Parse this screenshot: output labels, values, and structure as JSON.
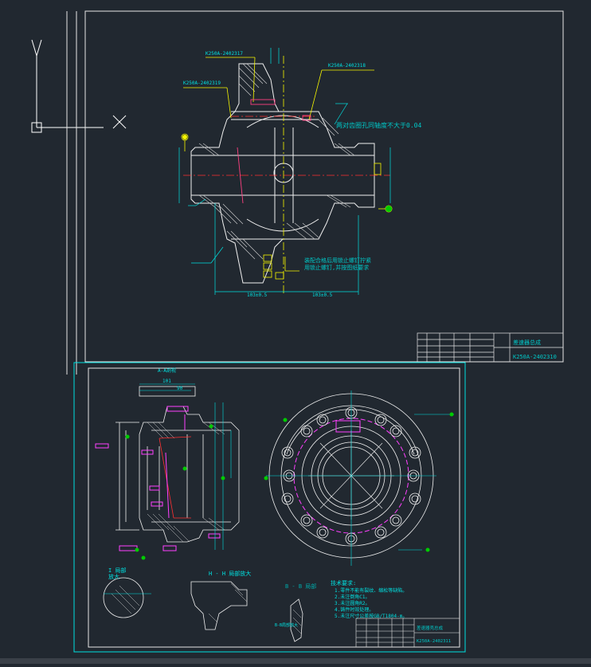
{
  "ucs": {
    "y_axis": "Y",
    "x_axis": "X"
  },
  "sheet1": {
    "refs": {
      "top": "K250A-2402317",
      "right": "K250A-2402318",
      "left": "K250A-2402319"
    },
    "note_run_out": "两对齿圈孔同轴度不大于0.04",
    "note_bottom1": "装配合格后用锁止螺钉拧紧",
    "note_bottom2": "用锁止螺钉,并按图纸要求",
    "dim_bottom_left": "103±0.5",
    "dim_bottom_right": "103±0.5",
    "title_right1": "差速器总成",
    "title_right2": "K250A-2402310"
  },
  "sheet2": {
    "section_title": "A-A剖视",
    "dim_top1": "101",
    "dim_top2": "90",
    "label_view_a": "I 局部",
    "label_view_a2": "放大",
    "label_bb_left": "H - H 局部放大",
    "label_bb_mid": "B - B 局部",
    "label_detail": "B-B局部放大",
    "tech_title": "技术要求:",
    "tech_lines": [
      "1.零件不能有裂纹、缩松等缺陷。",
      "2.未注倒角C1。",
      "3.未注圆角R2。",
      "4.铸件时效处理。",
      "5.未注尺寸公差按GB/T1804-m。"
    ],
    "title_block1": "差速器壳总成",
    "title_block2": "K250A-2402311"
  }
}
